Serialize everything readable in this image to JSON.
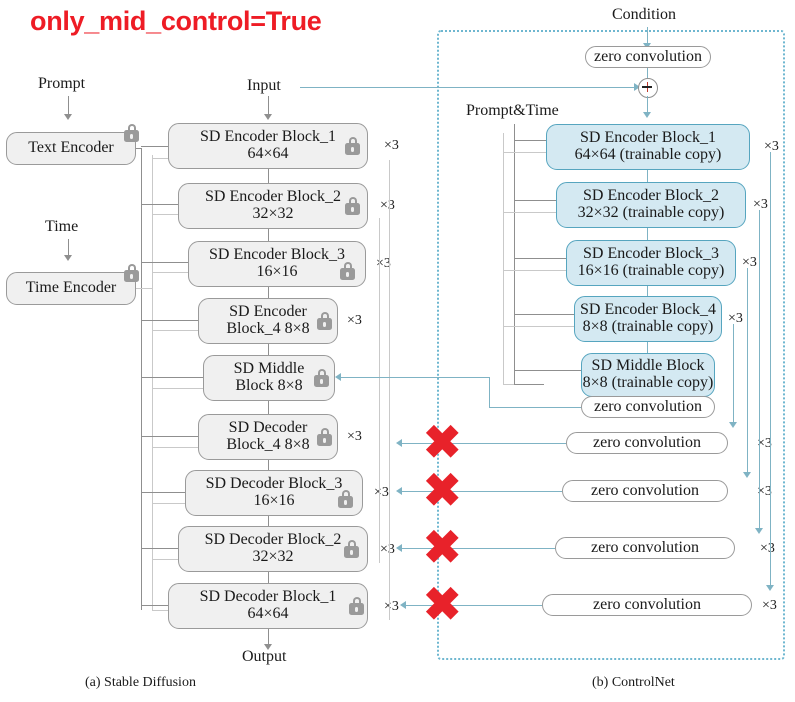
{
  "title": "only_mid_control=True",
  "captions": {
    "left": "(a) Stable Diffusion",
    "right": "(b) ControlNet"
  },
  "labels": {
    "prompt": "Prompt",
    "time": "Time",
    "input": "Input",
    "output": "Output",
    "condition": "Condition",
    "prompt_time": "Prompt&Time"
  },
  "colors": {
    "title_red": "#ee1c25",
    "x_mark_red": "#e8222a",
    "trainable_fill": "#d4e9f2",
    "trainable_border": "#56a5bf",
    "frozen_fill": "#f0f0f0",
    "frozen_border": "#9a9a9a",
    "teal_line": "#7fb3c4",
    "dotted_box": "#6fb7d0"
  },
  "sd": {
    "encoders_aux": [
      {
        "name": "text-encoder",
        "label": "Text Encoder",
        "locked": true
      },
      {
        "name": "time-encoder",
        "label": "Time Encoder",
        "locked": true
      }
    ],
    "blocks": [
      {
        "line1": "SD Encoder Block_1",
        "line2": "64×64",
        "repeat": "×3",
        "locked": true
      },
      {
        "line1": "SD Encoder Block_2",
        "line2": "32×32",
        "repeat": "×3",
        "locked": true
      },
      {
        "line1": "SD Encoder Block_3",
        "line2": "16×16",
        "repeat": "×3",
        "locked": true
      },
      {
        "line1": "SD Encoder",
        "line2": "Block_4 8×8",
        "repeat": "×3",
        "locked": true
      },
      {
        "line1": "SD Middle",
        "line2": "Block 8×8",
        "repeat": "",
        "locked": true
      },
      {
        "line1": "SD Decoder",
        "line2": "Block_4 8×8",
        "repeat": "×3",
        "locked": true
      },
      {
        "line1": "SD Decoder Block_3",
        "line2": "16×16",
        "repeat": "×3",
        "locked": true
      },
      {
        "line1": "SD Decoder Block_2",
        "line2": "32×32",
        "repeat": "×3",
        "locked": true
      },
      {
        "line1": "SD Decoder Block_1",
        "line2": "64×64",
        "repeat": "×3",
        "locked": true
      }
    ]
  },
  "controlnet": {
    "condition_zero_conv": "zero convolution",
    "blocks": [
      {
        "line1": "SD Encoder Block_1",
        "line2": "64×64 (trainable copy)",
        "repeat": "×3"
      },
      {
        "line1": "SD Encoder Block_2",
        "line2": "32×32 (trainable copy)",
        "repeat": "×3"
      },
      {
        "line1": "SD Encoder Block_3",
        "line2": "16×16 (trainable copy)",
        "repeat": "×3"
      },
      {
        "line1": "SD Encoder Block_4",
        "line2": "8×8 (trainable copy)",
        "repeat": "×3"
      },
      {
        "line1": "SD Middle Block",
        "line2": "8×8 (trainable copy)",
        "repeat": ""
      }
    ],
    "middle_zero_conv": {
      "label": "zero convolution",
      "repeat": ""
    },
    "zero_convs": [
      {
        "label": "zero convolution",
        "repeat": "×3",
        "crossed_out": true
      },
      {
        "label": "zero convolution",
        "repeat": "×3",
        "crossed_out": true
      },
      {
        "label": "zero convolution",
        "repeat": "×3",
        "crossed_out": true
      },
      {
        "label": "zero convolution",
        "repeat": "×3",
        "crossed_out": true
      }
    ],
    "x_marks": [
      {
        "symbol": "✖"
      },
      {
        "symbol": "✖"
      },
      {
        "symbol": "✖"
      },
      {
        "symbol": "✖"
      }
    ]
  }
}
